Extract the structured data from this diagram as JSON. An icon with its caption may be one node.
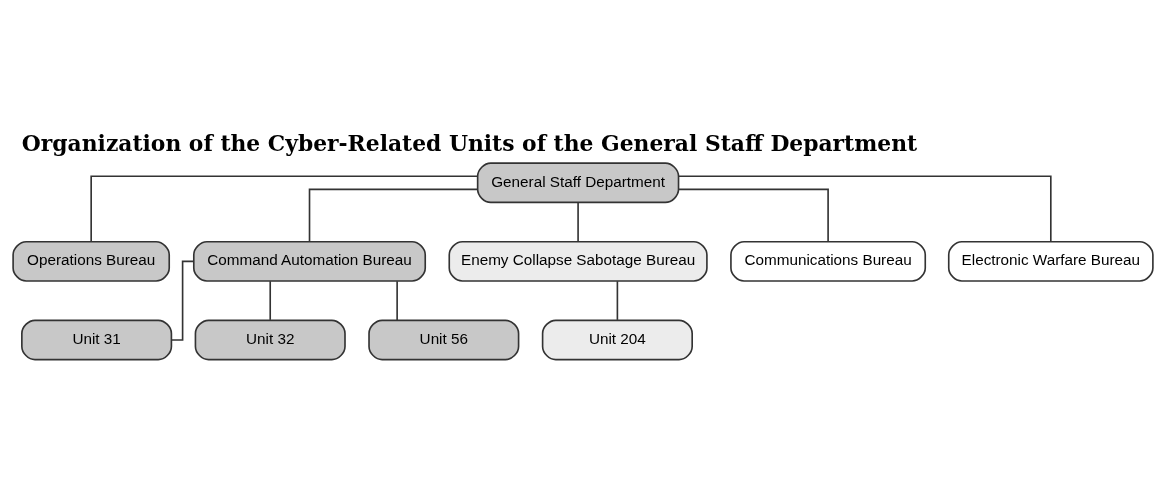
{
  "diagram": {
    "title": "Organization of the Cyber-Related Units of the General Staff Department",
    "nodes": [
      {
        "text": [
          "General Staff Department"
        ]
      },
      {
        "text": [
          "Operations Bureau"
        ]
      },
      {
        "text": [
          "Command Automation Bureau"
        ]
      },
      {
        "text": [
          "Enemy Collapse Sabotage Bureau"
        ]
      },
      {
        "text": [
          "Communications Bureau"
        ]
      },
      {
        "text": [
          "Electronic Warfare Bureau"
        ]
      },
      {
        "text": [
          "Unit 31"
        ]
      },
      {
        "text": [
          "Unit 32"
        ]
      },
      {
        "text": [
          "Unit 56"
        ]
      },
      {
        "text": [
          "Unit 204"
        ]
      }
    ],
    "edges": [
      {
        "from": 0,
        "to": 1,
        "arrow": "none"
      },
      {
        "from": 0,
        "to": 2,
        "arrow": "none"
      },
      {
        "from": 0,
        "to": 3,
        "arrow": "none"
      },
      {
        "from": 0,
        "to": 4,
        "arrow": "none"
      },
      {
        "from": 0,
        "to": 5,
        "arrow": "none"
      },
      {
        "from": 2,
        "to": 6,
        "arrow": "none"
      },
      {
        "from": 2,
        "to": 7,
        "arrow": "none"
      },
      {
        "from": 2,
        "to": 8,
        "arrow": "none"
      },
      {
        "from": 3,
        "to": 9,
        "arrow": "none"
      }
    ]
  }
}
